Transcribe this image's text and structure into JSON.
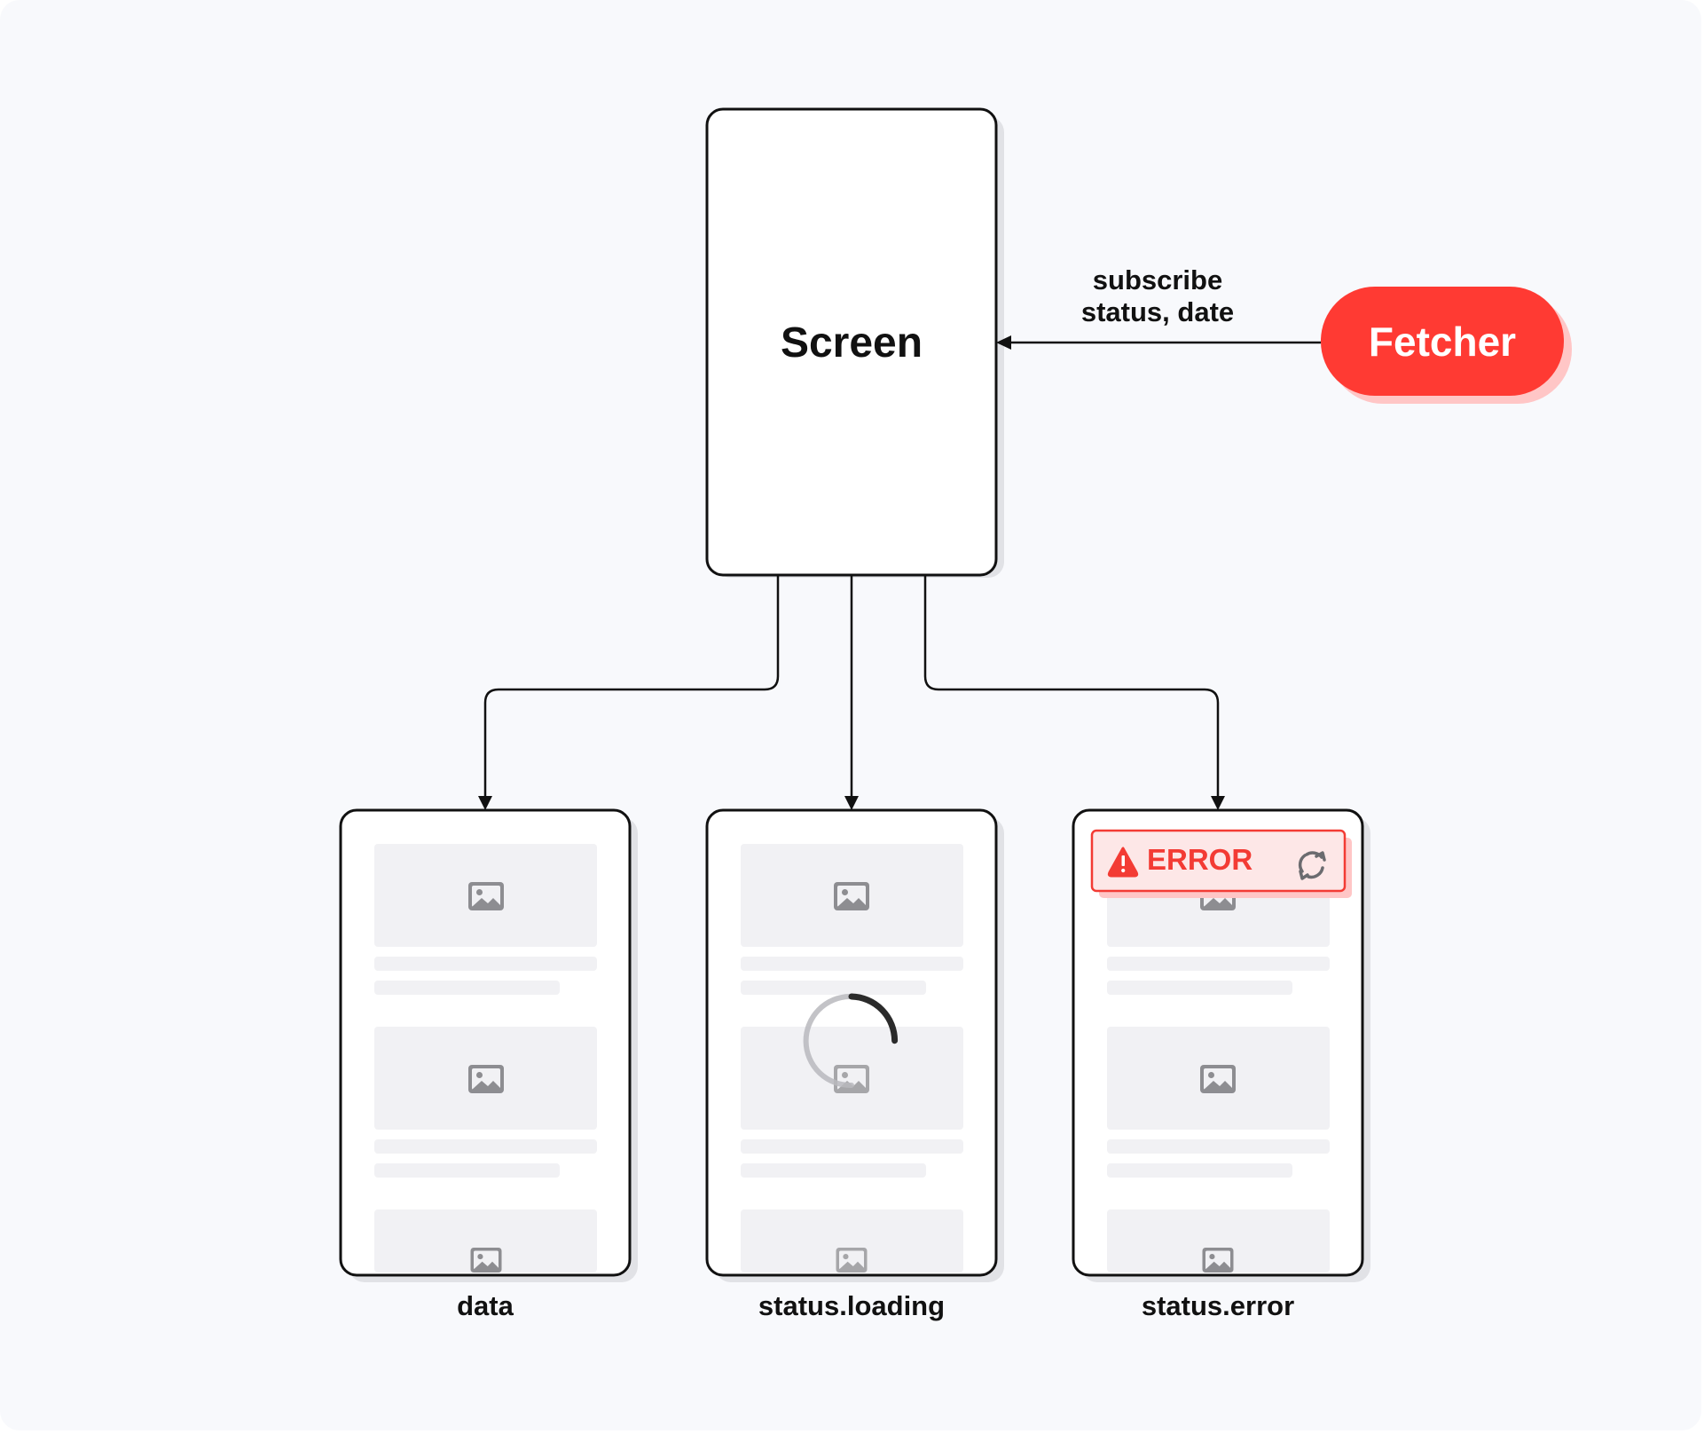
{
  "nodes": {
    "screen": {
      "label": "Screen"
    },
    "fetcher": {
      "label": "Fetcher"
    }
  },
  "edges": {
    "fetcher_to_screen": {
      "label_line1": "subscribe",
      "label_line2": "status, date"
    }
  },
  "states": [
    {
      "caption": "data"
    },
    {
      "caption": "status.loading"
    },
    {
      "caption": "status.error"
    }
  ],
  "error_banner": {
    "label": "ERROR",
    "icon": "warning-icon",
    "action_icon": "refresh-icon"
  },
  "icons": {
    "placeholder": "image-icon",
    "loading": "spinner-icon"
  },
  "colors": {
    "accent": "#ff3a33",
    "accent_shadow": "#ffc2c2",
    "error_bg": "#fde7e7",
    "placeholder_fill": "#f1f1f4",
    "border": "#111111",
    "background": "#f8f9fc"
  }
}
